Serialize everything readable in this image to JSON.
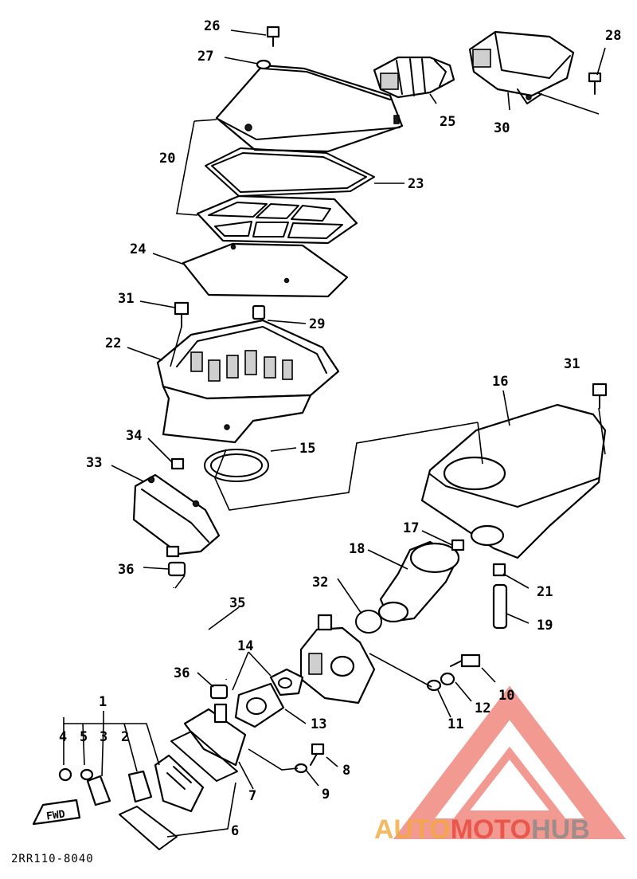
{
  "diagram": {
    "part_labels": {
      "p1": "1",
      "p2": "2",
      "p3": "3",
      "p4": "4",
      "p5": "5",
      "p6": "6",
      "p7": "7",
      "p8": "8",
      "p9": "9",
      "p10": "10",
      "p11": "11",
      "p12": "12",
      "p13": "13",
      "p14": "14",
      "p15": "15",
      "p16": "16",
      "p17": "17",
      "p18": "18",
      "p19": "19",
      "p20": "20",
      "p21": "21",
      "p22": "22",
      "p23": "23",
      "p24": "24",
      "p25": "25",
      "p26": "26",
      "p27": "27",
      "p28": "28",
      "p29": "29",
      "p30": "30",
      "p31a": "31",
      "p31b": "31",
      "p32": "32",
      "p33": "33",
      "p34": "34",
      "p35": "35",
      "p36a": "36",
      "p36b": "36"
    },
    "fwd_label": "FWD",
    "diagram_code": "2RR110-8040"
  },
  "watermark": {
    "part1": "AUTO",
    "part2": "MOTO",
    "part3": "HUB",
    "color_orange": "#f2a93b",
    "color_red": "#e8463a",
    "color_grey": "#8a8a8a"
  }
}
